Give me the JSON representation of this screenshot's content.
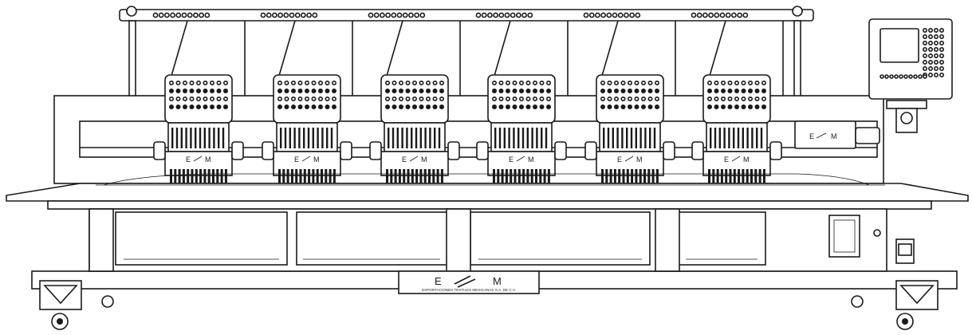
{
  "heads": [
    {
      "logo_left": "E",
      "logo_right": "M"
    },
    {
      "logo_left": "E",
      "logo_right": "M"
    },
    {
      "logo_left": "E",
      "logo_right": "M"
    },
    {
      "logo_left": "E",
      "logo_right": "M"
    },
    {
      "logo_left": "E",
      "logo_right": "M"
    },
    {
      "logo_left": "E",
      "logo_right": "M"
    }
  ],
  "side_box": {
    "logo_left": "E",
    "logo_right": "M"
  },
  "nameplate": {
    "logo_left": "E",
    "logo_right": "M",
    "company": "EXPORTACIONES TEXTILES MEXICANAS S.A. DE C.V."
  }
}
